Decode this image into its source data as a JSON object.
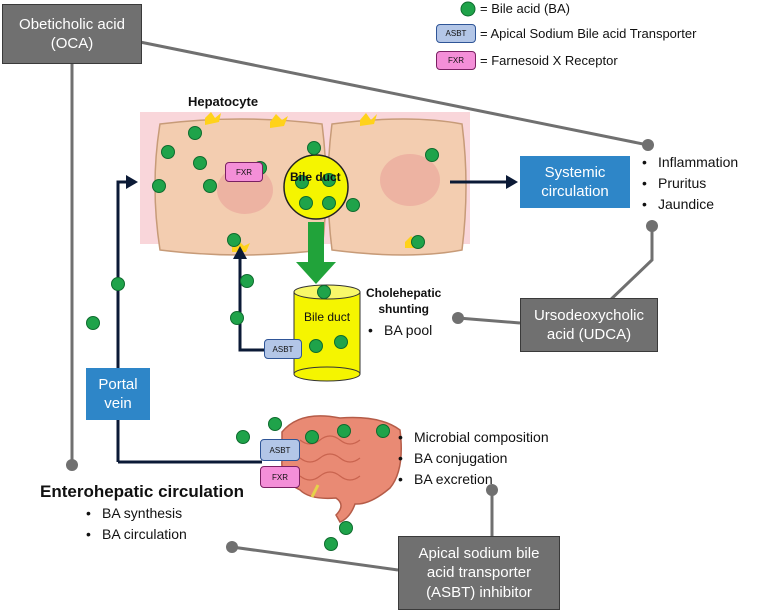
{
  "legend": {
    "ba": "= Bile acid (BA)",
    "asbt_tag": "ASBT",
    "asbt": "= Apical Sodium Bile acid Transporter",
    "fxr_tag": "FXR",
    "fxr": "= Farnesoid X Receptor"
  },
  "oca": {
    "line1": "Obeticholic acid",
    "line2": "(OCA)"
  },
  "udca": {
    "line1": "Ursodeoxycholic",
    "line2": "acid (UDCA)"
  },
  "asbt_inhibitor": {
    "line1": "Apical sodium bile",
    "line2": "acid transporter",
    "line3": "(ASBT) inhibitor"
  },
  "hepatocyte_label": "Hepatocyte",
  "fxr_label": "FXR",
  "bile_duct_circle": "Bile duct",
  "bile_duct_cylinder": "Bile duct",
  "asbt_label": "ASBT",
  "systemic": {
    "line1": "Systemic",
    "line2": "circulation"
  },
  "systemic_effects": [
    "Inflammation",
    "Pruritus",
    "Jaundice"
  ],
  "cholehepatic": {
    "line1": "Cholehepatic",
    "line2": "shunting",
    "bullet": "BA pool"
  },
  "portal": {
    "line1": "Portal",
    "line2": "vein"
  },
  "intestine": {
    "asbt": "ASBT",
    "fxr": "FXR"
  },
  "intestine_effects": [
    "Microbial composition",
    "BA conjugation",
    "BA excretion"
  ],
  "enterohepatic": {
    "title": "Enterohepatic circulation",
    "bullets": [
      "BA synthesis",
      "BA circulation"
    ]
  },
  "colors": {
    "grey_box": "#707070",
    "blue_box": "#2e86c8",
    "bile_acid": "#1fa34a",
    "bile_duct": "#f5f500",
    "fxr": "#f48fd8",
    "asbt": "#b3c6e7",
    "arrow_green": "#21a33a",
    "cell": "#f3cdb0"
  }
}
